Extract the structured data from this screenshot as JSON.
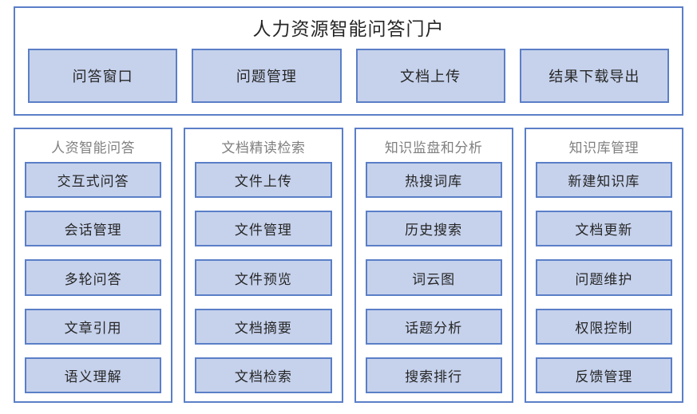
{
  "header": {
    "title": "人力资源智能问答门户",
    "nav_buttons": [
      {
        "label": "问答窗口"
      },
      {
        "label": "问题管理"
      },
      {
        "label": "文档上传"
      },
      {
        "label": "结果下载导出"
      }
    ]
  },
  "columns": [
    {
      "title": "人资智能问答",
      "items": [
        {
          "label": "交互式问答"
        },
        {
          "label": "会话管理"
        },
        {
          "label": "多轮问答"
        },
        {
          "label": "文章引用"
        },
        {
          "label": "语义理解"
        }
      ]
    },
    {
      "title": "文档精读检索",
      "items": [
        {
          "label": "文件上传"
        },
        {
          "label": "文件管理"
        },
        {
          "label": "文件预览"
        },
        {
          "label": "文档摘要"
        },
        {
          "label": "文档检索"
        }
      ]
    },
    {
      "title": "知识监盘和分析",
      "items": [
        {
          "label": "热搜词库"
        },
        {
          "label": "历史搜索"
        },
        {
          "label": "词云图"
        },
        {
          "label": "话题分析"
        },
        {
          "label": "搜索排行"
        }
      ]
    },
    {
      "title": "知识库管理",
      "items": [
        {
          "label": "新建知识库"
        },
        {
          "label": "文档更新"
        },
        {
          "label": "问题维护"
        },
        {
          "label": "权限控制"
        },
        {
          "label": "反馈管理"
        }
      ]
    }
  ],
  "colors": {
    "border": "#5b7fc7",
    "tile_fill": "#c6d2ec",
    "title_text": "#262626",
    "panel_title_text": "#808080",
    "background": "#ffffff"
  }
}
